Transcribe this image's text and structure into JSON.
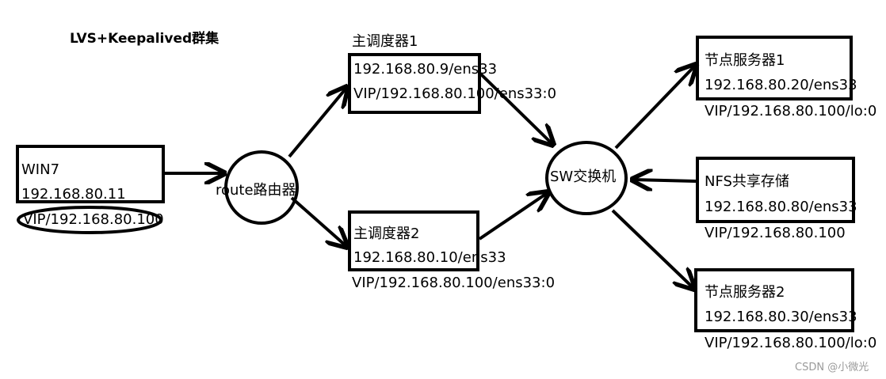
{
  "title": "LVS+Keepalived群集",
  "win7": {
    "name": "WIN7",
    "ip": "192.168.80.11",
    "vip": "VIP/192.168.80.100"
  },
  "router": {
    "label": "route路由器"
  },
  "director1": {
    "name": "主调度器1",
    "ip": "192.168.80.9/ens33",
    "vip": "VIP/192.168.80.100/ens33:0"
  },
  "director2": {
    "name": "主调度器2",
    "ip": "192.168.80.10/ens33",
    "vip": "VIP/192.168.80.100/ens33:0"
  },
  "switch": {
    "label": "SW交换机"
  },
  "node1": {
    "name": "节点服务器1",
    "ip": "192.168.80.20/ens33",
    "vip": "VIP/192.168.80.100/lo:0"
  },
  "nfs": {
    "name": "NFS共享存储",
    "ip": "192.168.80.80/ens33",
    "vip": "VIP/192.168.80.100"
  },
  "node2": {
    "name": "节点服务器2",
    "ip": "192.168.80.30/ens33",
    "vip": "VIP/192.168.80.100/lo:0"
  },
  "watermark": "CSDN @小微光"
}
